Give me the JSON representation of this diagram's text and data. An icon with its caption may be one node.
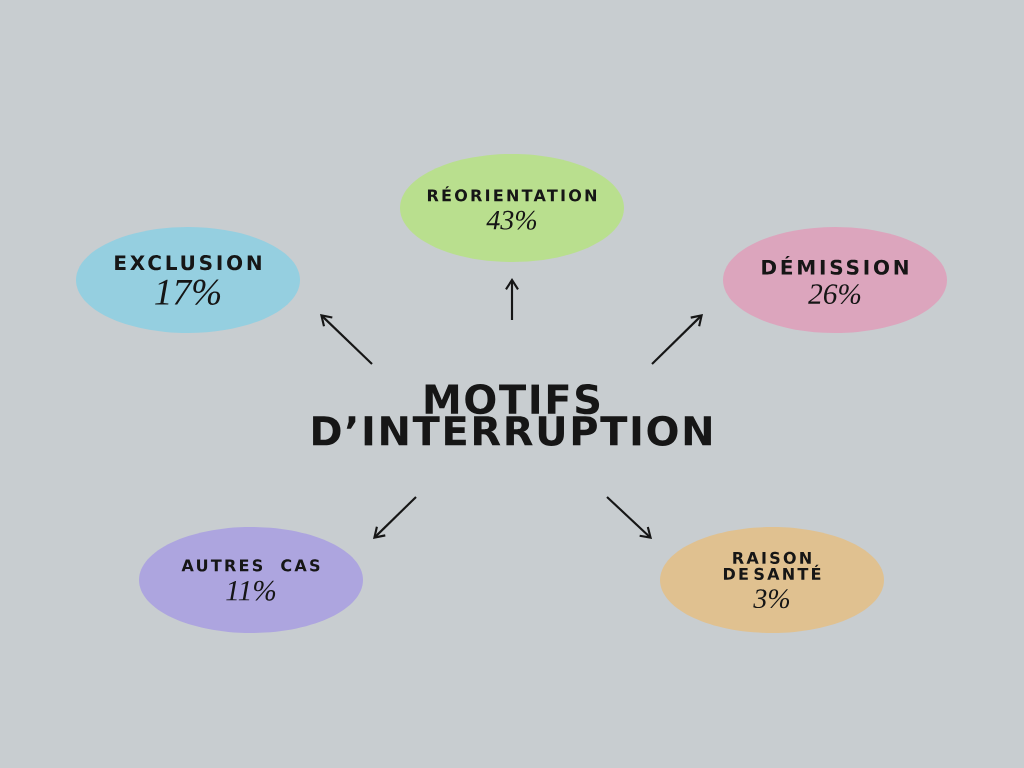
{
  "diagram": {
    "nodes": [
      {
        "text": [
          "MOTIFS D’INTERRUPTION"
        ]
      },
      {
        "text": [
          "EXCLUSION",
          "17%"
        ]
      },
      {
        "text": [
          "RÉORIENTATION",
          "43%"
        ]
      },
      {
        "text": [
          "DÉMISSION",
          "26%"
        ]
      },
      {
        "text": [
          "AUTRES CAS",
          "11%"
        ]
      },
      {
        "text": [
          "RAISON DE SANTÉ",
          "3%"
        ]
      }
    ],
    "edges": [
      {
        "from": 0,
        "to": 1,
        "arrow": "to"
      },
      {
        "from": 0,
        "to": 2,
        "arrow": "to"
      },
      {
        "from": 0,
        "to": 3,
        "arrow": "to"
      },
      {
        "from": 0,
        "to": 4,
        "arrow": "to"
      },
      {
        "from": 0,
        "to": 5,
        "arrow": "to"
      }
    ]
  }
}
